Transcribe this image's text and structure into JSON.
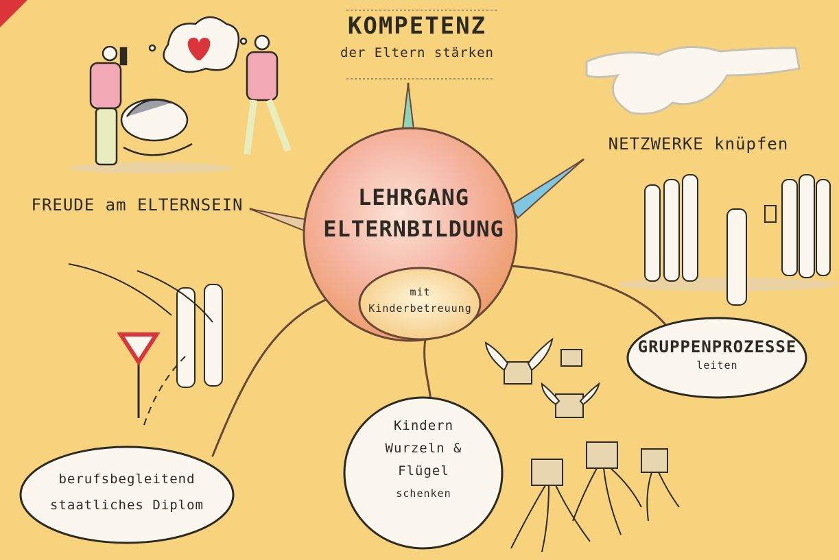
{
  "center": {
    "line1": "LEHRGANG",
    "line2": "ELTERNBILDUNG",
    "sub1": "mit",
    "sub2": "Kinderbetreuung"
  },
  "nodes": {
    "kompetenz": {
      "line1": "KOMPETENZ",
      "line2": "der Eltern stärken"
    },
    "netzwerke": {
      "line1": "NETZWERKE knüpfen"
    },
    "freude": {
      "line1": "FREUDE am ELTERNSEIN"
    },
    "gruppen": {
      "line1": "GRUPPENPROZESSE",
      "line2": "leiten"
    },
    "kindern": {
      "line1": "Kindern",
      "line2": "Wurzeln &",
      "line3": "Flügel",
      "line4": "schenken"
    },
    "diplom": {
      "line1": "berufsbegleitend",
      "line2": "staatliches Diplom"
    }
  },
  "icons": [
    "heart-icon",
    "thought-bubble-icon",
    "knot-icon",
    "yield-sign-icon",
    "gift-icon",
    "wing-icon"
  ],
  "colors": {
    "background": "#f6d37c",
    "center_fill": "#f3b0a0",
    "center_stroke": "#6a4636",
    "ellipse_fill": "#fbf7ee",
    "ink": "#2d2a24",
    "accent_red": "#d9353a",
    "accent_green": "#8fd3b8",
    "accent_blue": "#7fc6e0"
  }
}
